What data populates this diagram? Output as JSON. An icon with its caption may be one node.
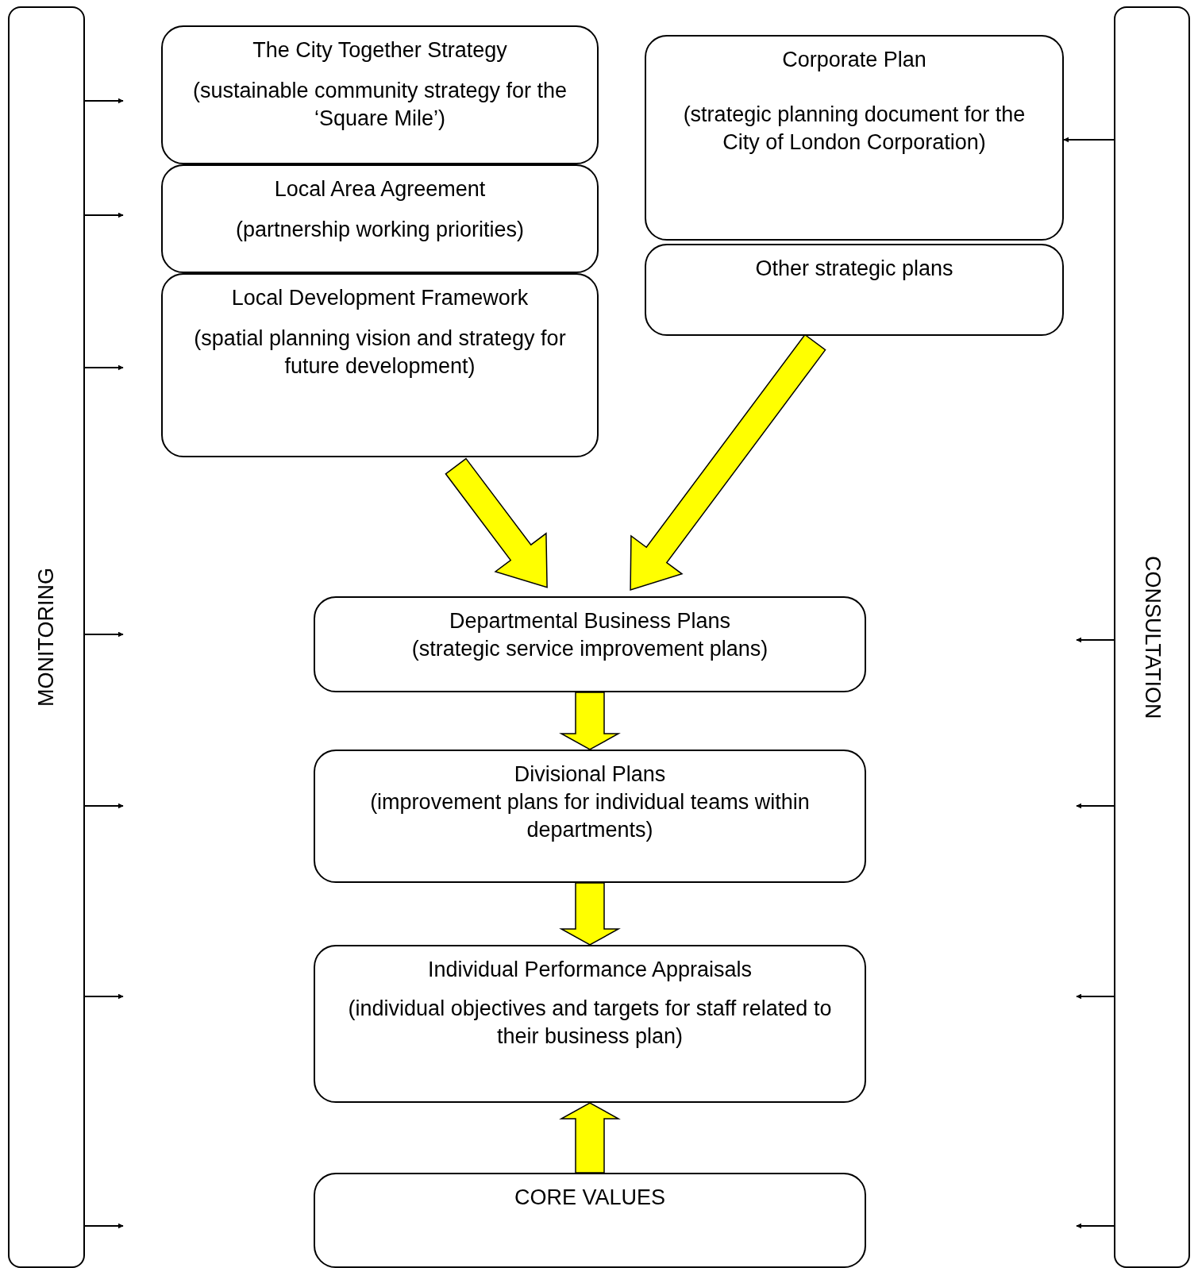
{
  "diagram": {
    "nodes": [
      {
        "text": [
          "MONITORING"
        ]
      },
      {
        "text": [
          "CONSULTATION"
        ]
      },
      {
        "text": [
          "The City Together Strategy",
          "(sustainable community strategy for the ‘Square Mile’)"
        ]
      },
      {
        "text": [
          "Local Area Agreement",
          "(partnership working priorities)"
        ]
      },
      {
        "text": [
          "Local Development Framework",
          "(spatial planning vision and strategy for future development)"
        ]
      },
      {
        "text": [
          "Corporate Plan",
          "(strategic planning document for the City of London Corporation)"
        ]
      },
      {
        "text": [
          "Other strategic plans"
        ]
      },
      {
        "text": [
          "Departmental Business Plans",
          "(strategic service improvement plans)"
        ]
      },
      {
        "text": [
          "Divisional Plans",
          "(improvement plans for individual teams within departments)"
        ]
      },
      {
        "text": [
          "Individual Performance Appraisals",
          "(individual objectives and targets for staff  related to their business plan)"
        ]
      },
      {
        "text": [
          "CORE VALUES"
        ]
      }
    ],
    "edges": [
      {
        "from": 0,
        "to": null,
        "arrow": "to"
      },
      {
        "from": 0,
        "to": null,
        "arrow": "to"
      },
      {
        "from": 0,
        "to": null,
        "arrow": "to"
      },
      {
        "from": 0,
        "to": null,
        "arrow": "to"
      },
      {
        "from": 0,
        "to": null,
        "arrow": "to"
      },
      {
        "from": 0,
        "to": null,
        "arrow": "to"
      },
      {
        "from": 0,
        "to": null,
        "arrow": "to"
      },
      {
        "from": 1,
        "to": 5,
        "arrow": "to"
      },
      {
        "from": 1,
        "to": null,
        "arrow": "to"
      },
      {
        "from": 1,
        "to": null,
        "arrow": "to"
      },
      {
        "from": 1,
        "to": null,
        "arrow": "to"
      },
      {
        "from": 1,
        "to": null,
        "arrow": "to"
      },
      {
        "from": 4,
        "to": 7,
        "arrow": "to",
        "style": "thick",
        "color": "#ffff00"
      },
      {
        "from": 6,
        "to": 7,
        "arrow": "to",
        "style": "thick",
        "color": "#ffff00"
      },
      {
        "from": 7,
        "to": 8,
        "arrow": "to",
        "style": "thick",
        "color": "#ffff00"
      },
      {
        "from": 8,
        "to": 9,
        "arrow": "to",
        "style": "thick",
        "color": "#ffff00"
      },
      {
        "from": 10,
        "to": 9,
        "arrow": "to",
        "style": "thick",
        "color": "#ffff00"
      }
    ]
  }
}
